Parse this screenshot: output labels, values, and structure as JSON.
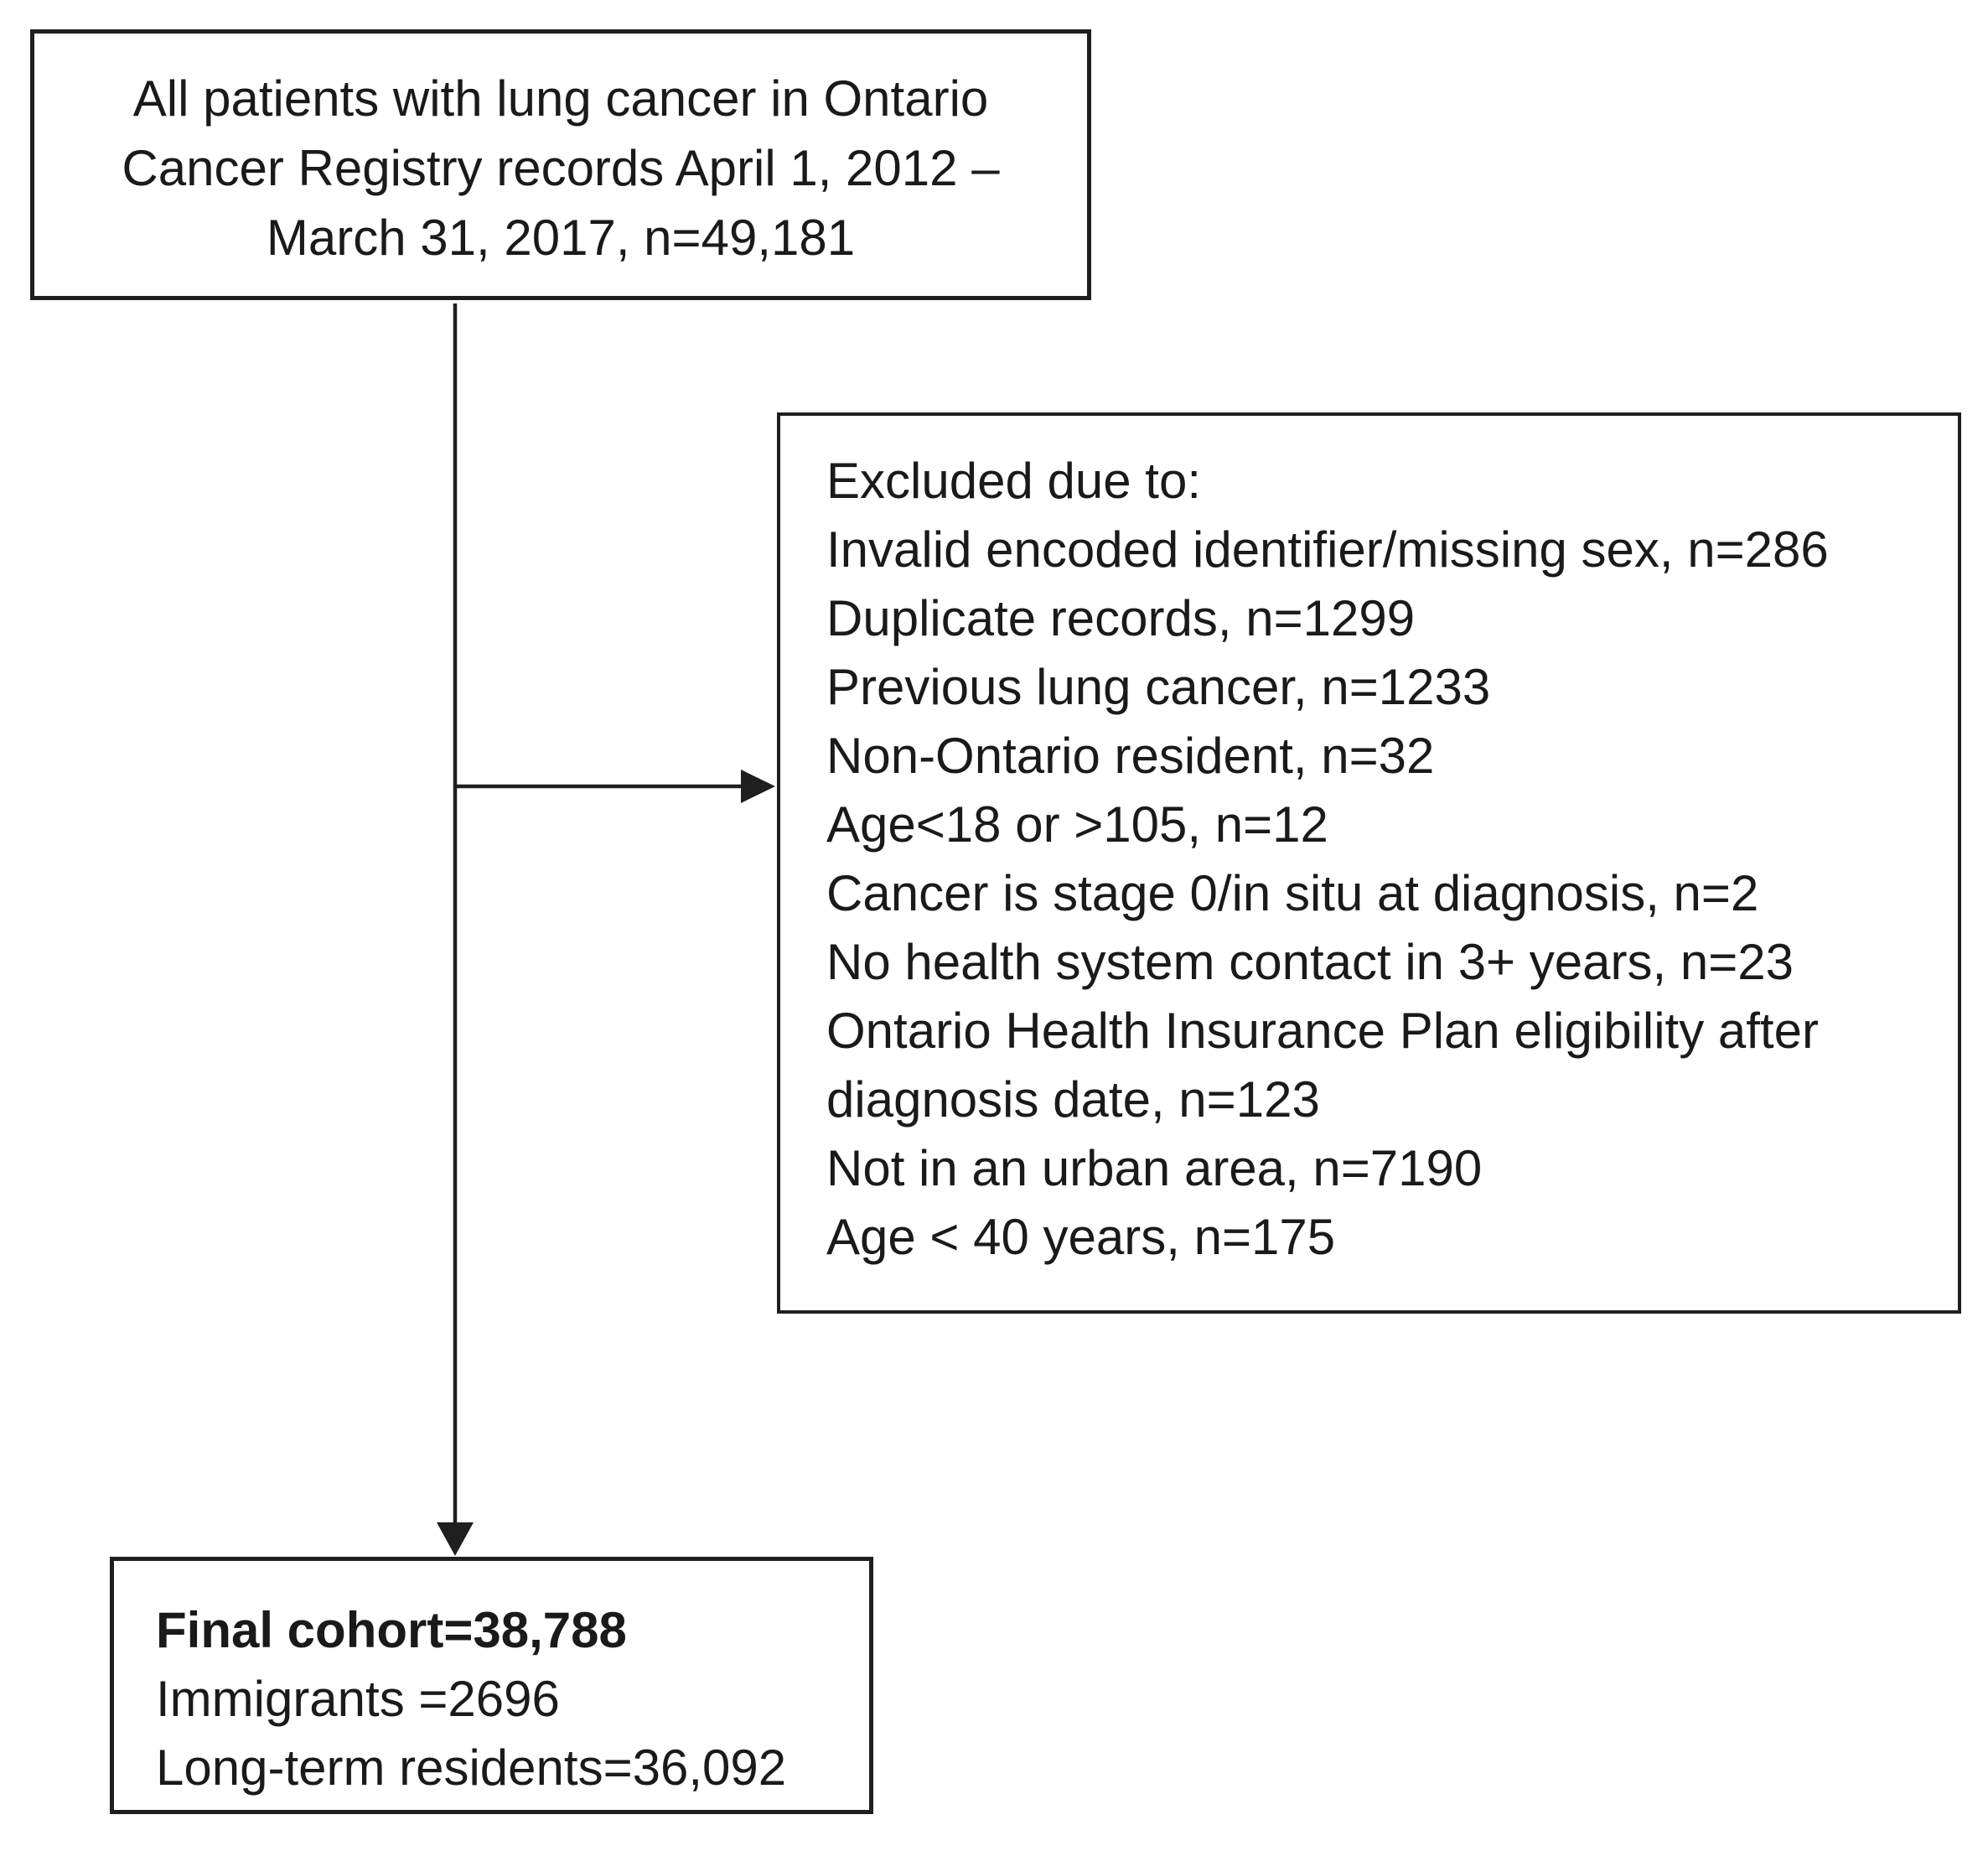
{
  "figure": {
    "background_color": "#ffffff",
    "text_color": "#1a1a1a",
    "border_color": "#1f1f1f"
  },
  "top_box": {
    "lines": [
      "All patients with lung cancer in Ontario",
      "Cancer Registry records April 1, 2012 –",
      "March 31, 2017, n=49,181"
    ]
  },
  "exclusion_box": {
    "heading": "Excluded due to:",
    "items": [
      "Invalid encoded identifier/missing sex, n=286",
      "Duplicate records, n=1299",
      "Previous lung cancer, n=1233",
      "Non-Ontario resident, n=32",
      "Age<18 or >105, n=12",
      "Cancer is stage 0/in situ at diagnosis, n=2",
      "No health system contact in 3+ years, n=23",
      "Ontario Health Insurance Plan eligibility after diagnosis date, n=123",
      "Not in an urban area, n=7190",
      "Age < 40 years, n=175"
    ]
  },
  "final_box": {
    "cohort_line": "Final cohort=38,788",
    "lines": [
      "Immigrants =2696",
      "Long-term residents=36,092"
    ]
  }
}
